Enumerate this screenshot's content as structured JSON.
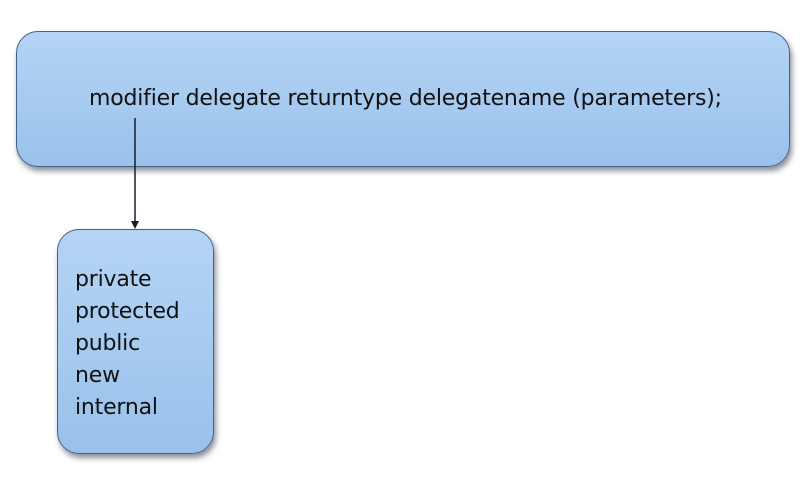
{
  "syntax": {
    "text": "modifier delegate returntype delegatename (parameters);"
  },
  "modifiers": {
    "items": [
      "private",
      "protected",
      "public",
      "new",
      "internal"
    ]
  },
  "colors": {
    "box_fill": "#a6caf0",
    "box_border": "#3f618a",
    "arrow": "#1a1a2e",
    "text": "#111111"
  }
}
